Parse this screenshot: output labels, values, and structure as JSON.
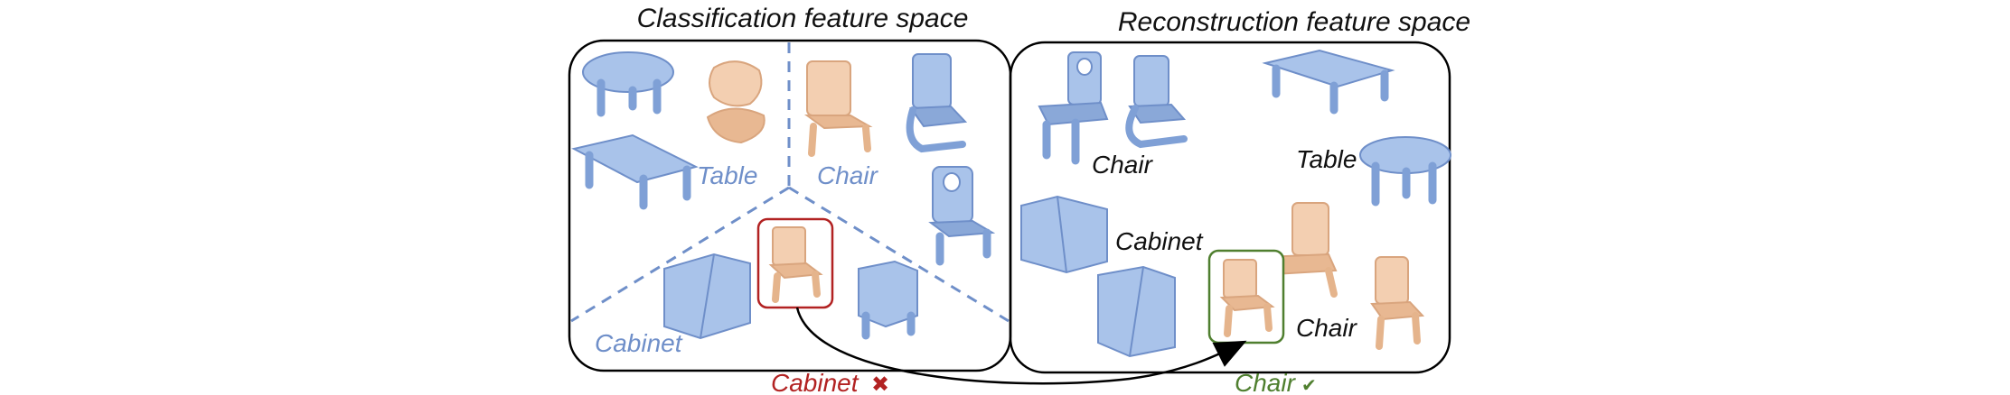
{
  "titles": {
    "left": "Classification feature space",
    "right": "Reconstruction feature space"
  },
  "left_panel": {
    "labels": {
      "table": "Table",
      "chair": "Chair",
      "cabinet": "Cabinet"
    }
  },
  "right_panel": {
    "labels": {
      "chair_top": "Chair",
      "table": "Table",
      "cabinet": "Cabinet",
      "chair_bottom": "Chair"
    }
  },
  "outcomes": {
    "wrong_label": "Cabinet",
    "wrong_mark": "✖",
    "right_label": "Chair",
    "right_mark": "✔"
  },
  "colors": {
    "class_region": "#6f8fc9",
    "query_object": "#f3cfb1",
    "wrong": "#b22222",
    "right": "#4f7f2f"
  }
}
